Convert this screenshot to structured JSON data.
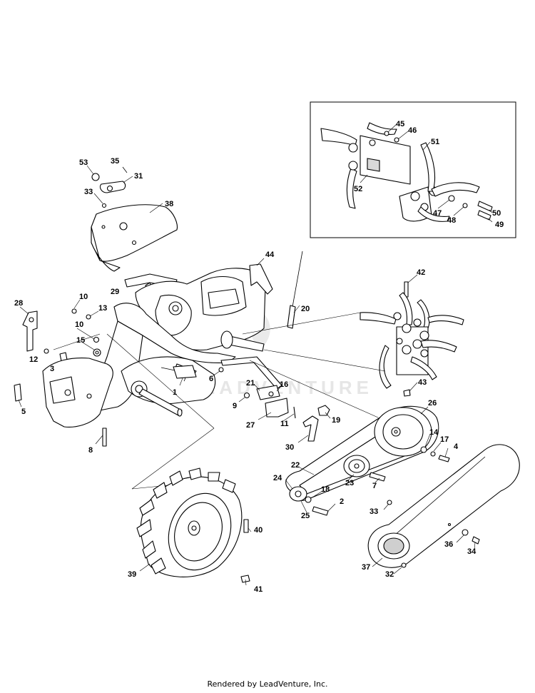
{
  "footer": {
    "credit": "Rendered by LeadVenture, Inc."
  },
  "watermark": {
    "text": "LEADVENTURE"
  },
  "callouts": [
    {
      "id": "c1",
      "label": "1"
    },
    {
      "id": "c2",
      "label": "2"
    },
    {
      "id": "c3",
      "label": "3"
    },
    {
      "id": "c4",
      "label": "4"
    },
    {
      "id": "c5",
      "label": "5"
    },
    {
      "id": "c6",
      "label": "6"
    },
    {
      "id": "c7",
      "label": "7"
    },
    {
      "id": "c8",
      "label": "8"
    },
    {
      "id": "c9",
      "label": "9"
    },
    {
      "id": "c10a",
      "label": "10"
    },
    {
      "id": "c10b",
      "label": "10"
    },
    {
      "id": "c11",
      "label": "11"
    },
    {
      "id": "c12",
      "label": "12"
    },
    {
      "id": "c13",
      "label": "13"
    },
    {
      "id": "c14",
      "label": "14"
    },
    {
      "id": "c15",
      "label": "15"
    },
    {
      "id": "c16",
      "label": "16"
    },
    {
      "id": "c17",
      "label": "17"
    },
    {
      "id": "c18",
      "label": "18"
    },
    {
      "id": "c19",
      "label": "19"
    },
    {
      "id": "c20",
      "label": "20"
    },
    {
      "id": "c21",
      "label": "21"
    },
    {
      "id": "c22",
      "label": "22"
    },
    {
      "id": "c23",
      "label": "23"
    },
    {
      "id": "c24",
      "label": "24"
    },
    {
      "id": "c25",
      "label": "25"
    },
    {
      "id": "c26",
      "label": "26"
    },
    {
      "id": "c27",
      "label": "27"
    },
    {
      "id": "c28",
      "label": "28"
    },
    {
      "id": "c29",
      "label": "29"
    },
    {
      "id": "c30",
      "label": "30"
    },
    {
      "id": "c31",
      "label": "31"
    },
    {
      "id": "c32",
      "label": "32"
    },
    {
      "id": "c33a",
      "label": "33"
    },
    {
      "id": "c33b",
      "label": "33"
    },
    {
      "id": "c34",
      "label": "34"
    },
    {
      "id": "c35",
      "label": "35"
    },
    {
      "id": "c36",
      "label": "36"
    },
    {
      "id": "c37",
      "label": "37"
    },
    {
      "id": "c38",
      "label": "38"
    },
    {
      "id": "c39",
      "label": "39"
    },
    {
      "id": "c40",
      "label": "40"
    },
    {
      "id": "c41",
      "label": "41"
    },
    {
      "id": "c42",
      "label": "42"
    },
    {
      "id": "c43",
      "label": "43"
    },
    {
      "id": "c44",
      "label": "44"
    },
    {
      "id": "c45",
      "label": "45"
    },
    {
      "id": "c46",
      "label": "46"
    },
    {
      "id": "c47",
      "label": "47"
    },
    {
      "id": "c48",
      "label": "48"
    },
    {
      "id": "c49",
      "label": "49"
    },
    {
      "id": "c50",
      "label": "50"
    },
    {
      "id": "c51",
      "label": "51"
    },
    {
      "id": "c52",
      "label": "52"
    },
    {
      "id": "c53",
      "label": "53"
    }
  ]
}
